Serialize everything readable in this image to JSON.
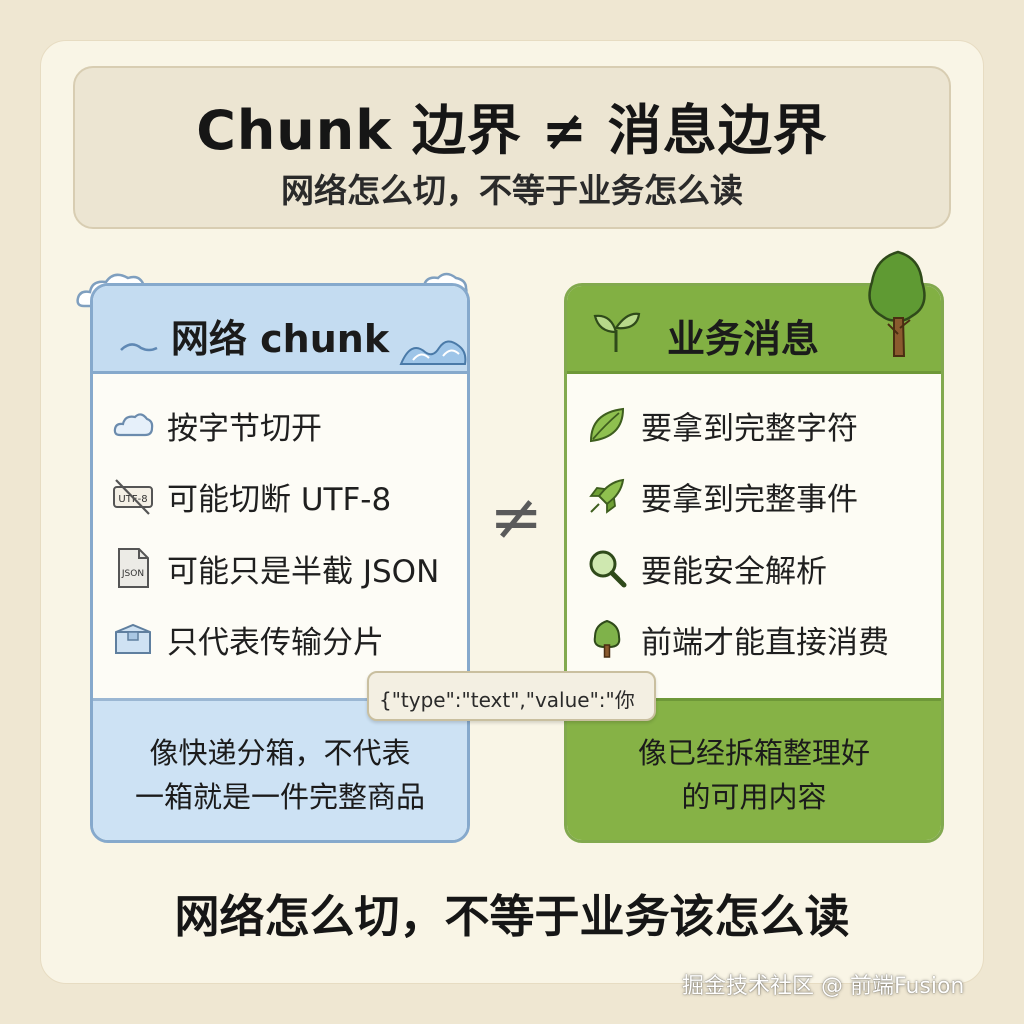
{
  "header": {
    "title": "Chunk 边界 ≠ 消息边界",
    "subtitle": "网络怎么切，不等于业务怎么读"
  },
  "left_panel": {
    "title": "网络 chunk",
    "items": [
      {
        "icon": "cloud-icon",
        "label": "按字节切开"
      },
      {
        "icon": "broken-utf8-icon",
        "label": "可能切断 UTF-8",
        "icon_text": "UTF-8"
      },
      {
        "icon": "json-file-icon",
        "label": "可能只是半截 JSON",
        "icon_text": "JSON"
      },
      {
        "icon": "package-box-icon",
        "label": "只代表传输分片"
      }
    ],
    "footer": [
      "像快递分箱，不代表",
      "一箱就是一件完整商品"
    ]
  },
  "right_panel": {
    "title": "业务消息",
    "items": [
      {
        "icon": "leaf-icon",
        "label": "要拿到完整字符"
      },
      {
        "icon": "rocket-icon",
        "label": "要拿到完整事件"
      },
      {
        "icon": "magnifier-icon",
        "label": "要能安全解析"
      },
      {
        "icon": "tree-icon",
        "label": "前端才能直接消费"
      }
    ],
    "footer": [
      "像已经拆箱整理好",
      "的可用内容"
    ]
  },
  "middle": {
    "not_equal": "≠",
    "code_snippet": "{\"type\":\"text\",\"value\":\"你"
  },
  "bottom": {
    "conclusion": "网络怎么切，不等于业务该怎么读"
  },
  "watermark": "掘金技术社区 @ 前端Fusion",
  "colors": {
    "background": "#efe7d2",
    "card": "#f9f5e6",
    "left_accent": "#86a9cc",
    "left_header": "#c4dcf1",
    "right_accent": "#82a94e",
    "right_header": "#82b043"
  }
}
